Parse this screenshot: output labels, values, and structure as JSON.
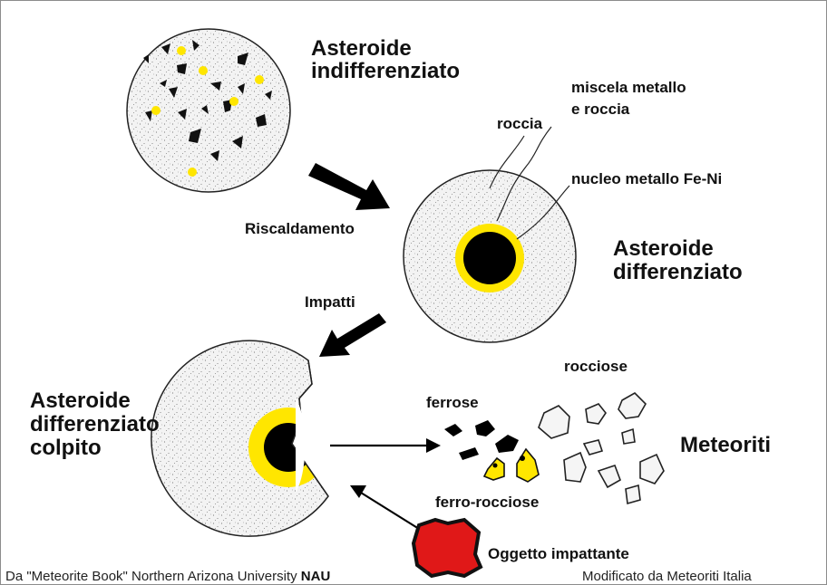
{
  "labels": {
    "undiff_line1": "Asteroide",
    "undiff_line2": "indifferenziato",
    "heating": "Riscaldamento",
    "rock": "roccia",
    "mix_line1": "miscela metallo",
    "mix_line2": "e roccia",
    "core": "nucleo metallo Fe-Ni",
    "diff_line1": "Asteroide",
    "diff_line2": "differenziato",
    "impacts": "Impatti",
    "hit_line1": "Asteroide",
    "hit_line2": "differenziato",
    "hit_line3": "colpito",
    "ferrous": "ferrose",
    "rocky": "rocciose",
    "stony_iron": "ferro-rocciose",
    "meteorites": "Meteoriti",
    "impactor": "Oggetto impattante"
  },
  "credits": {
    "left_prefix": "Da \"Meteorite Book\" Northern Arizona University ",
    "left_strong": "NAU",
    "right": "Modificato da Meteoriti Italia"
  },
  "colors": {
    "yellow": "#ffe600",
    "black": "#000000",
    "impactor_red": "#e01818",
    "rock_fill": "#f1f1f1"
  }
}
